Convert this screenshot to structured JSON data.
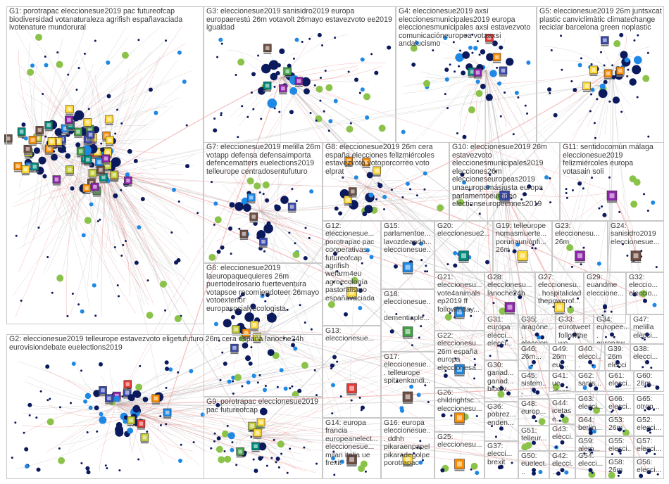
{
  "groups": [
    {
      "id": "G1",
      "label": "G1: porotrapac eleccionesue2019 pac futureofcap biodiversidad votanaturaleza agrifish españavaciada ivotenature mundorural"
    },
    {
      "id": "G2",
      "label": "G2: eleccionesue2019 telleurope estavezvoto eligetufuturo 26m cera españa lanoche24h eurovisiondebate euelections2019"
    },
    {
      "id": "G3",
      "label": "G3: eleccionesue2019 sanisidro2019 europa europaerestú 26m votavolt 26mayo estavezvoto ee2019 igualdad"
    },
    {
      "id": "G4",
      "label": "G4: eleccionesue2019 axsí eleccionesmunicipales2019 europa eleccionesmunicipales axsi estavezvoto comunicacióneuropea votaaxsi andalucismo"
    },
    {
      "id": "G5",
      "label": "G5: eleccionesue2019 26m juntsxcat plastic canviclimàtic climatechange reciclar barcelona green noplastic"
    },
    {
      "id": "G6",
      "label": "G6: eleccionesue2019 laeuropaquequieres 26m puertodelrosario fuerteventura votapsoe recomiendoteer 26mayo votoexterior europasocialyecologista"
    },
    {
      "id": "G7",
      "label": "G7: eleccionesue2019 melilla 26m votapp defensa defensaimporta defencematters euelections2019 telleurope centradosentufuturo"
    },
    {
      "id": "G8",
      "label": "G8: eleccionesue2019 26m cera españa elecciones felizmiércoles estavezvoto votoporcorreo voto elprat"
    },
    {
      "id": "G9",
      "label": "G9: porotrapac eleccionesue2019 pac futureofcap"
    },
    {
      "id": "G10",
      "label": "G10: eleccionesue2019 26m estavezvoto eleccionesmunicipales2019 elecciones26m eleccioneseuropeas2019 unaeuropamásjusta europa parlamentoeuropeo electionseuropeennes2019"
    },
    {
      "id": "G11",
      "label": "G11: sentidocomún málaga eleccionesue2019 felizmiércoles europa votasain soli"
    },
    {
      "id": "G12",
      "label": "G12: eleccionesue... porotrapac pac cooperativas futureofcap agrifish wefarm4eu agroecología pastoralismo españavaciada"
    },
    {
      "id": "G13",
      "label": "G13: eleccionesue..."
    },
    {
      "id": "G14",
      "label": "G14: europa francia europeanelect... eleccionesue... milan italia ue frexit"
    },
    {
      "id": "G15",
      "label": "G15: parlamentoe... lavozdeanda... eleccionesue..."
    },
    {
      "id": "G16",
      "label": "G16: europa eleccionesue... ddhh pikaraenpapel pikaradegolpe porotrapac"
    },
    {
      "id": "G17",
      "label": "G17: eleccionesue... telleurope spitzenkandi..."
    },
    {
      "id": "G18",
      "label": "G18: eleccionesue... dementiaple..."
    },
    {
      "id": "G19",
      "label": "G19: telleurope nomasmuerte... porunauniónfi... 26m"
    },
    {
      "id": "G20",
      "label": "G20: eleccionesue2..."
    },
    {
      "id": "G21",
      "label": "G21: eleccionesu... vote4animals ep2019 ff followfriday..."
    },
    {
      "id": "G22",
      "label": "G22: eleccionesu... 26m españa europa eleccionesa..."
    },
    {
      "id": "G23",
      "label": "G23: eleccionesu... 26m"
    },
    {
      "id": "G24",
      "label": "G24: sanisidro2019 eleccionesue..."
    },
    {
      "id": "G25",
      "label": "G25: eleccionesu..."
    },
    {
      "id": "G26",
      "label": "G26: childrightsc... eleccionesu..."
    },
    {
      "id": "G27",
      "label": "G27: eleccionesu... hospitalidad thepowerof..."
    },
    {
      "id": "G28",
      "label": "G28: eleccionesu... lanoche24h"
    },
    {
      "id": "G29",
      "label": "G29: euandme eleccione..."
    },
    {
      "id": "G30",
      "label": "G30: ganad... ganad... biodiv..."
    },
    {
      "id": "G31",
      "label": "G31: europa elecci... elecci..."
    },
    {
      "id": "G32",
      "label": "G32: eleccio... eleccio..."
    },
    {
      "id": "G33",
      "label": "G33: eurotweet followthewo..."
    },
    {
      "id": "G34",
      "label": "G34: europee... europaw..."
    },
    {
      "id": "G35",
      "label": "G35: aragóne... eleccion..."
    },
    {
      "id": "G36",
      "label": "G36: pobrez... enden..."
    },
    {
      "id": "G37",
      "label": "G37: elecci... brexit"
    },
    {
      "id": "G38",
      "label": "G38: elecci..."
    },
    {
      "id": "G39",
      "label": "G39: 26m elecci..."
    },
    {
      "id": "G40",
      "label": "G40: elecci... euand..."
    },
    {
      "id": "G41",
      "label": "G41: ue elecci..."
    },
    {
      "id": "G42",
      "label": "G42: elecci..."
    },
    {
      "id": "G43",
      "label": "G43: elecci..."
    },
    {
      "id": "G44",
      "label": "G44: icetase..."
    },
    {
      "id": "G45",
      "label": "G45: sistem..."
    },
    {
      "id": "G46",
      "label": "G46: 26m..."
    },
    {
      "id": "G47",
      "label": "G47: melilla elecci..."
    },
    {
      "id": "G48",
      "label": "G48: europ..."
    },
    {
      "id": "G49",
      "label": "G49: 26m eur... elecci..."
    },
    {
      "id": "G50",
      "label": "G50: euelect..."
    },
    {
      "id": "G51",
      "label": "G51: telleur..."
    },
    {
      "id": "G52",
      "label": "G52: elecci..."
    },
    {
      "id": "G53",
      "label": "G53: 26m"
    },
    {
      "id": "G54",
      "label": "G54: elecci..."
    },
    {
      "id": "G55",
      "label": "G55: elecci..."
    },
    {
      "id": "G56",
      "label": "G56: elecci..."
    },
    {
      "id": "G57",
      "label": "G57: elecci..."
    },
    {
      "id": "G58",
      "label": "G58: 26m"
    },
    {
      "id": "G59",
      "label": "G59: alem..."
    },
    {
      "id": "G60",
      "label": "G60: 26m..."
    },
    {
      "id": "G61",
      "label": "G61: elecci..."
    },
    {
      "id": "G62",
      "label": "G62: sanis..."
    },
    {
      "id": "G63",
      "label": "G63: elecci..."
    },
    {
      "id": "G64",
      "label": "G64: berlin..."
    },
    {
      "id": "G65",
      "label": "G65: otrop..."
    },
    {
      "id": "G66",
      "label": "G66: elecci..."
    }
  ],
  "colors": {
    "node": "#0b1a5c",
    "node_blue": "#1e88e5",
    "node_green": "#8bc34a",
    "edge_grey": "#b8b8b8",
    "edge_red": "#f08080",
    "border": "#c8c8c8"
  }
}
